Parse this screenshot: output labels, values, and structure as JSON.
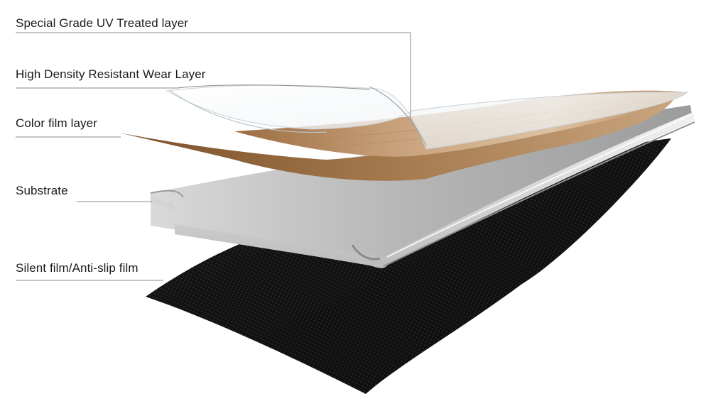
{
  "diagram": {
    "labels": {
      "uv_layer": "Special Grade UV Treated layer",
      "wear_layer": "High Density Resistant Wear Layer",
      "color_film": "Color film layer",
      "substrate": "Substrate",
      "silent_film": "Silent film/Anti-slip film"
    },
    "layers": [
      {
        "id": "uv_layer",
        "color": "#eef2f5"
      },
      {
        "id": "wear_layer",
        "color": "#f4f6f8"
      },
      {
        "id": "color_film",
        "color": "#c9a27a"
      },
      {
        "id": "substrate",
        "color": "#bdbdbd"
      },
      {
        "id": "silent_film",
        "color": "#141414"
      }
    ]
  }
}
